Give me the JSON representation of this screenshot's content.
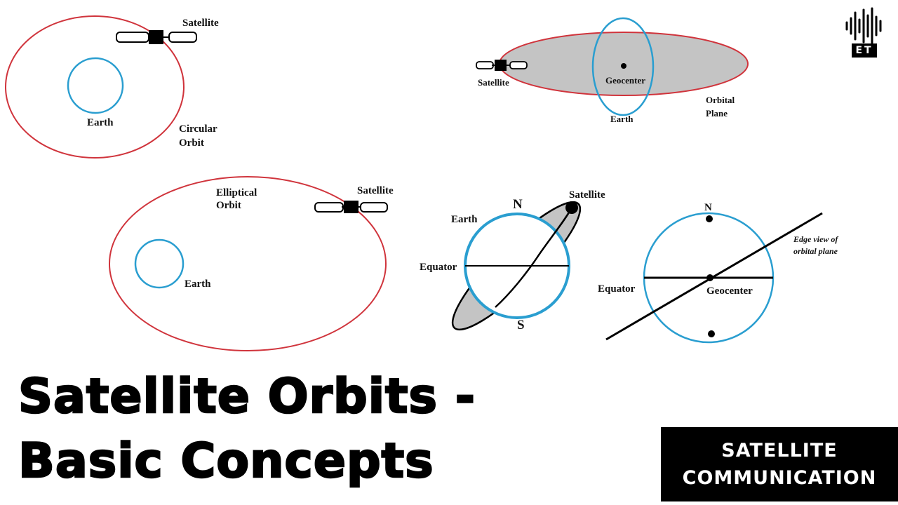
{
  "circular_orbit_diagram": {
    "satellite_label": "Satellite",
    "earth_label": "Earth",
    "orbit_label_line1": "Circular",
    "orbit_label_line2": "Orbit"
  },
  "orbital_plane_diagram": {
    "satellite_label": "Satellite",
    "geocenter_label": "Geocenter",
    "earth_label": "Earth",
    "plane_label_line1": "Orbital",
    "plane_label_line2": "Plane"
  },
  "elliptical_orbit_diagram": {
    "orbit_label_line1": "Elliptical",
    "orbit_label_line2": "Orbit",
    "satellite_label": "Satellite",
    "earth_label": "Earth"
  },
  "inclined_orbit_diagram": {
    "north_label": "N",
    "south_label": "S",
    "earth_label": "Earth",
    "equator_label": "Equator",
    "satellite_label": "Satellite"
  },
  "edge_view_diagram": {
    "north_label": "N",
    "edge_label_line1": "Edge view of",
    "edge_label_line2": "orbital plane",
    "equator_label": "Equator",
    "geocenter_label": "Geocenter"
  },
  "title": {
    "line1": "Satellite Orbits -",
    "line2": "Basic Concepts"
  },
  "badge": {
    "line1": "SATELLITE",
    "line2": "COMMUNICATION"
  },
  "logo": {
    "text": "ET",
    "icon": "sound-wave-icon"
  },
  "colors": {
    "orbit": "#d0343c",
    "earth": "#2a9ed0",
    "plane_fill": "#c4c4c4",
    "ink": "#000000"
  }
}
